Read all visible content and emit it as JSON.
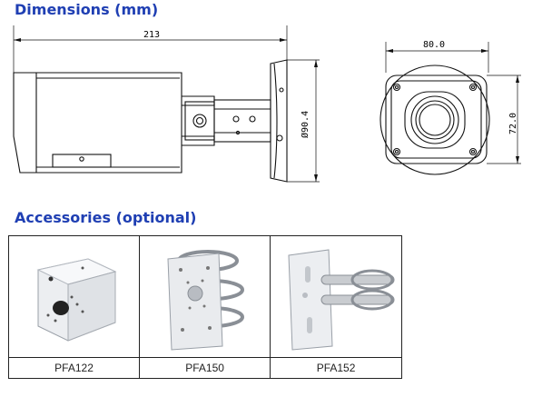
{
  "dimensions": {
    "heading": "Dimensions (mm)",
    "length_label": "213",
    "diameter_label": "Ø90.4",
    "width_label": "80.0",
    "height_label": "72.0"
  },
  "accessories": {
    "heading": "Accessories (optional)",
    "items": [
      {
        "label": "PFA122"
      },
      {
        "label": "PFA150"
      },
      {
        "label": "PFA152"
      }
    ]
  },
  "colors": {
    "heading": "#1f3fb3",
    "line": "#111111"
  }
}
